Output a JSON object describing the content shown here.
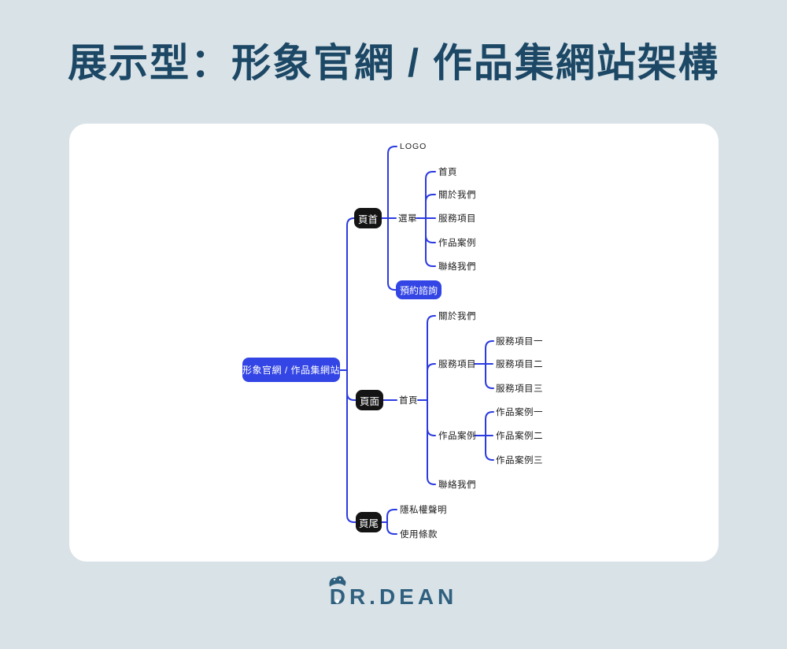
{
  "title": "展示型：形象官網 / 作品集網站架構",
  "brand": {
    "name": "DR.DEAN"
  },
  "colors": {
    "background": "#D9E2E7",
    "card": "#FFFFFF",
    "line_blue": "#2B3BE0",
    "node_blue": "#3345E4",
    "node_black": "#141414",
    "title_text": "#1C4866",
    "brand_text": "#30607F"
  },
  "map": {
    "root": {
      "label": "形象官網 / 作品集網站"
    },
    "branches": [
      {
        "label": "頁首",
        "children": [
          {
            "label": "LOGO"
          },
          {
            "label": "選單",
            "children": [
              {
                "label": "首頁"
              },
              {
                "label": "關於我們"
              },
              {
                "label": "服務項目"
              },
              {
                "label": "作品案例"
              },
              {
                "label": "聯絡我們"
              }
            ]
          },
          {
            "label": "預約諮詢"
          }
        ]
      },
      {
        "label": "頁面",
        "children": [
          {
            "label": "首頁",
            "children": [
              {
                "label": "關於我們"
              },
              {
                "label": "服務項目",
                "children": [
                  {
                    "label": "服務項目一"
                  },
                  {
                    "label": "服務項目二"
                  },
                  {
                    "label": "服務項目三"
                  }
                ]
              },
              {
                "label": "作品案例",
                "children": [
                  {
                    "label": "作品案例一"
                  },
                  {
                    "label": "作品案例二"
                  },
                  {
                    "label": "作品案例三"
                  }
                ]
              },
              {
                "label": "聯絡我們"
              }
            ]
          }
        ]
      },
      {
        "label": "頁尾",
        "children": [
          {
            "label": "隱私權聲明"
          },
          {
            "label": "使用條款"
          }
        ]
      }
    ]
  }
}
